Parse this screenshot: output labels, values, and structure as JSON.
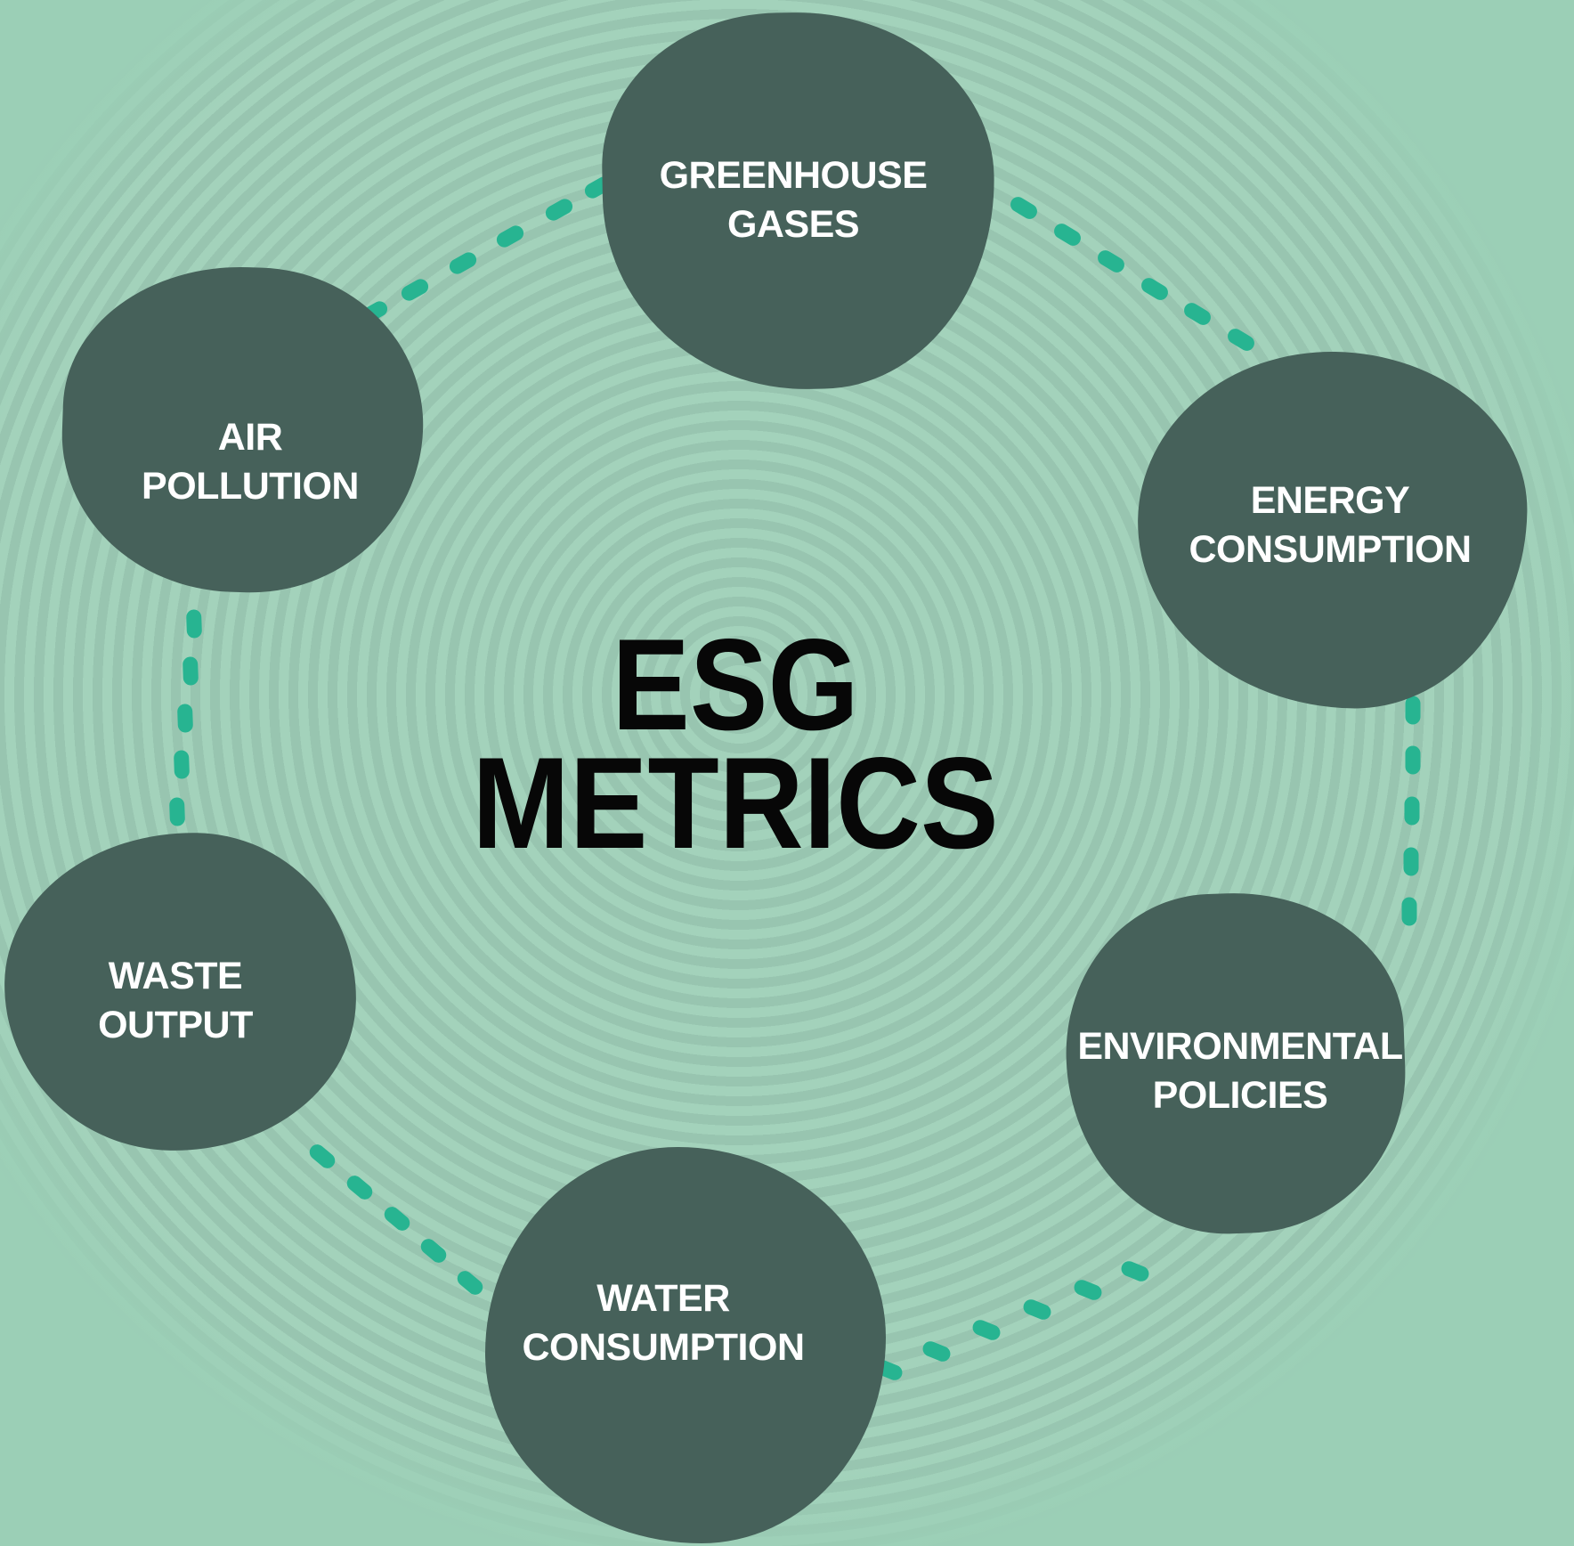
{
  "title": {
    "line1": "ESG",
    "line2": "METRICS"
  },
  "nodes": [
    {
      "id": "greenhouse-gases",
      "line1": "GREENHOUSE",
      "line2": "GASES"
    },
    {
      "id": "energy-consumption",
      "line1": "ENERGY",
      "line2": "CONSUMPTION"
    },
    {
      "id": "environmental-policies",
      "line1": "ENVIRONMENTAL",
      "line2": "POLICIES"
    },
    {
      "id": "water-consumption",
      "line1": "WATER",
      "line2": "CONSUMPTION"
    },
    {
      "id": "waste-output",
      "line1": "WASTE",
      "line2": "OUTPUT"
    },
    {
      "id": "air-pollution",
      "line1": "AIR",
      "line2": "POLLUTION"
    }
  ],
  "colors": {
    "background": "#9bcfb6",
    "ring_light": "#a3d2bb",
    "ring_dark": "#98c5b0",
    "node_fill": "#46615a",
    "node_text": "#ffffff",
    "title_text": "#070707",
    "dash": "#27b491"
  }
}
